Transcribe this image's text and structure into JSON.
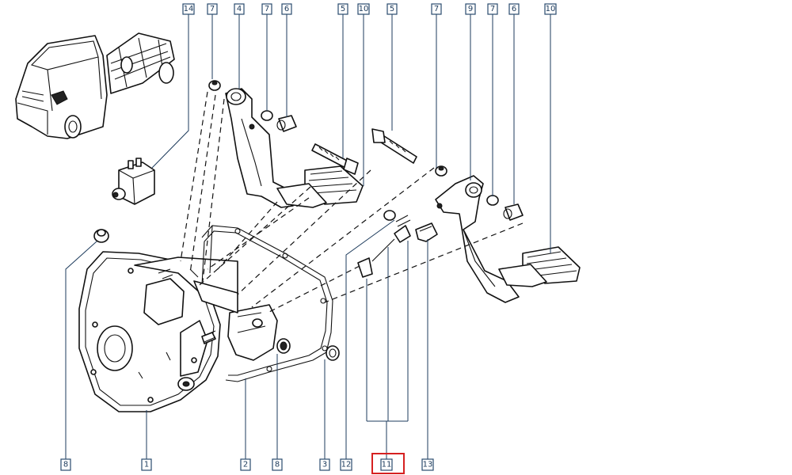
{
  "callouts": {
    "c14": "14",
    "c7a": "7",
    "c4": "4",
    "c7b": "7",
    "c6a": "6",
    "c5a": "5",
    "c10a": "10",
    "c5b": "5",
    "c7c": "7",
    "c9": "9",
    "c7d": "7",
    "c6b": "6",
    "c10b": "10",
    "c8a": "8",
    "c1": "1",
    "c2": "2",
    "c8b": "8",
    "c3": "3",
    "c12": "12",
    "c11": "11",
    "c13": "13"
  },
  "highlight": {
    "color": "#d62020",
    "target": "11"
  },
  "colors": {
    "callout_border": "#2a4b6e",
    "line": "#111111"
  }
}
